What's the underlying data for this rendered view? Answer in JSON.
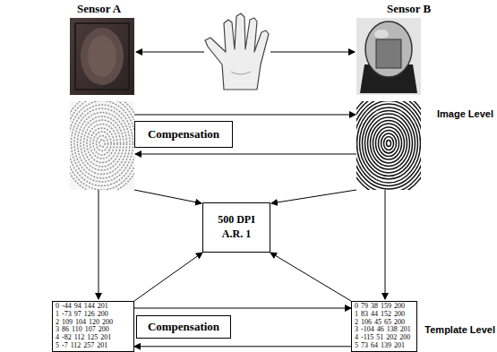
{
  "diagram": {
    "nodes": [
      {
        "text": [
          "Compensation"
        ]
      },
      {
        "text": [
          "500 DPI A.R. 1"
        ]
      },
      {
        "text": [
          "0 -44 94 144 201",
          "1 -73 97 126 200",
          "2 109 104 120 200",
          "3 86 110 107 200",
          "4 -82 112 125 201",
          "5 -7 112 257 201"
        ]
      },
      {
        "text": [
          "Compensation"
        ]
      },
      {
        "text": [
          "0 79 38 159 200",
          "1 83 44 152 200",
          "2 106 45 65 200",
          "3 -104 46 138 201",
          "4 -115 51 202 200",
          "5 73 64 139 201"
        ]
      }
    ],
    "edges": [
      {
        "from": 2,
        "to": 4,
        "arrow": "to"
      },
      {
        "from": 4,
        "to": 2,
        "arrow": "to"
      },
      {
        "from": 2,
        "to": 1,
        "arrow": "to"
      },
      {
        "from": 4,
        "to": 1,
        "arrow": "to"
      }
    ],
    "labels": [
      "Sensor A",
      "Sensor B",
      "Image Level",
      "Template Level"
    ]
  }
}
